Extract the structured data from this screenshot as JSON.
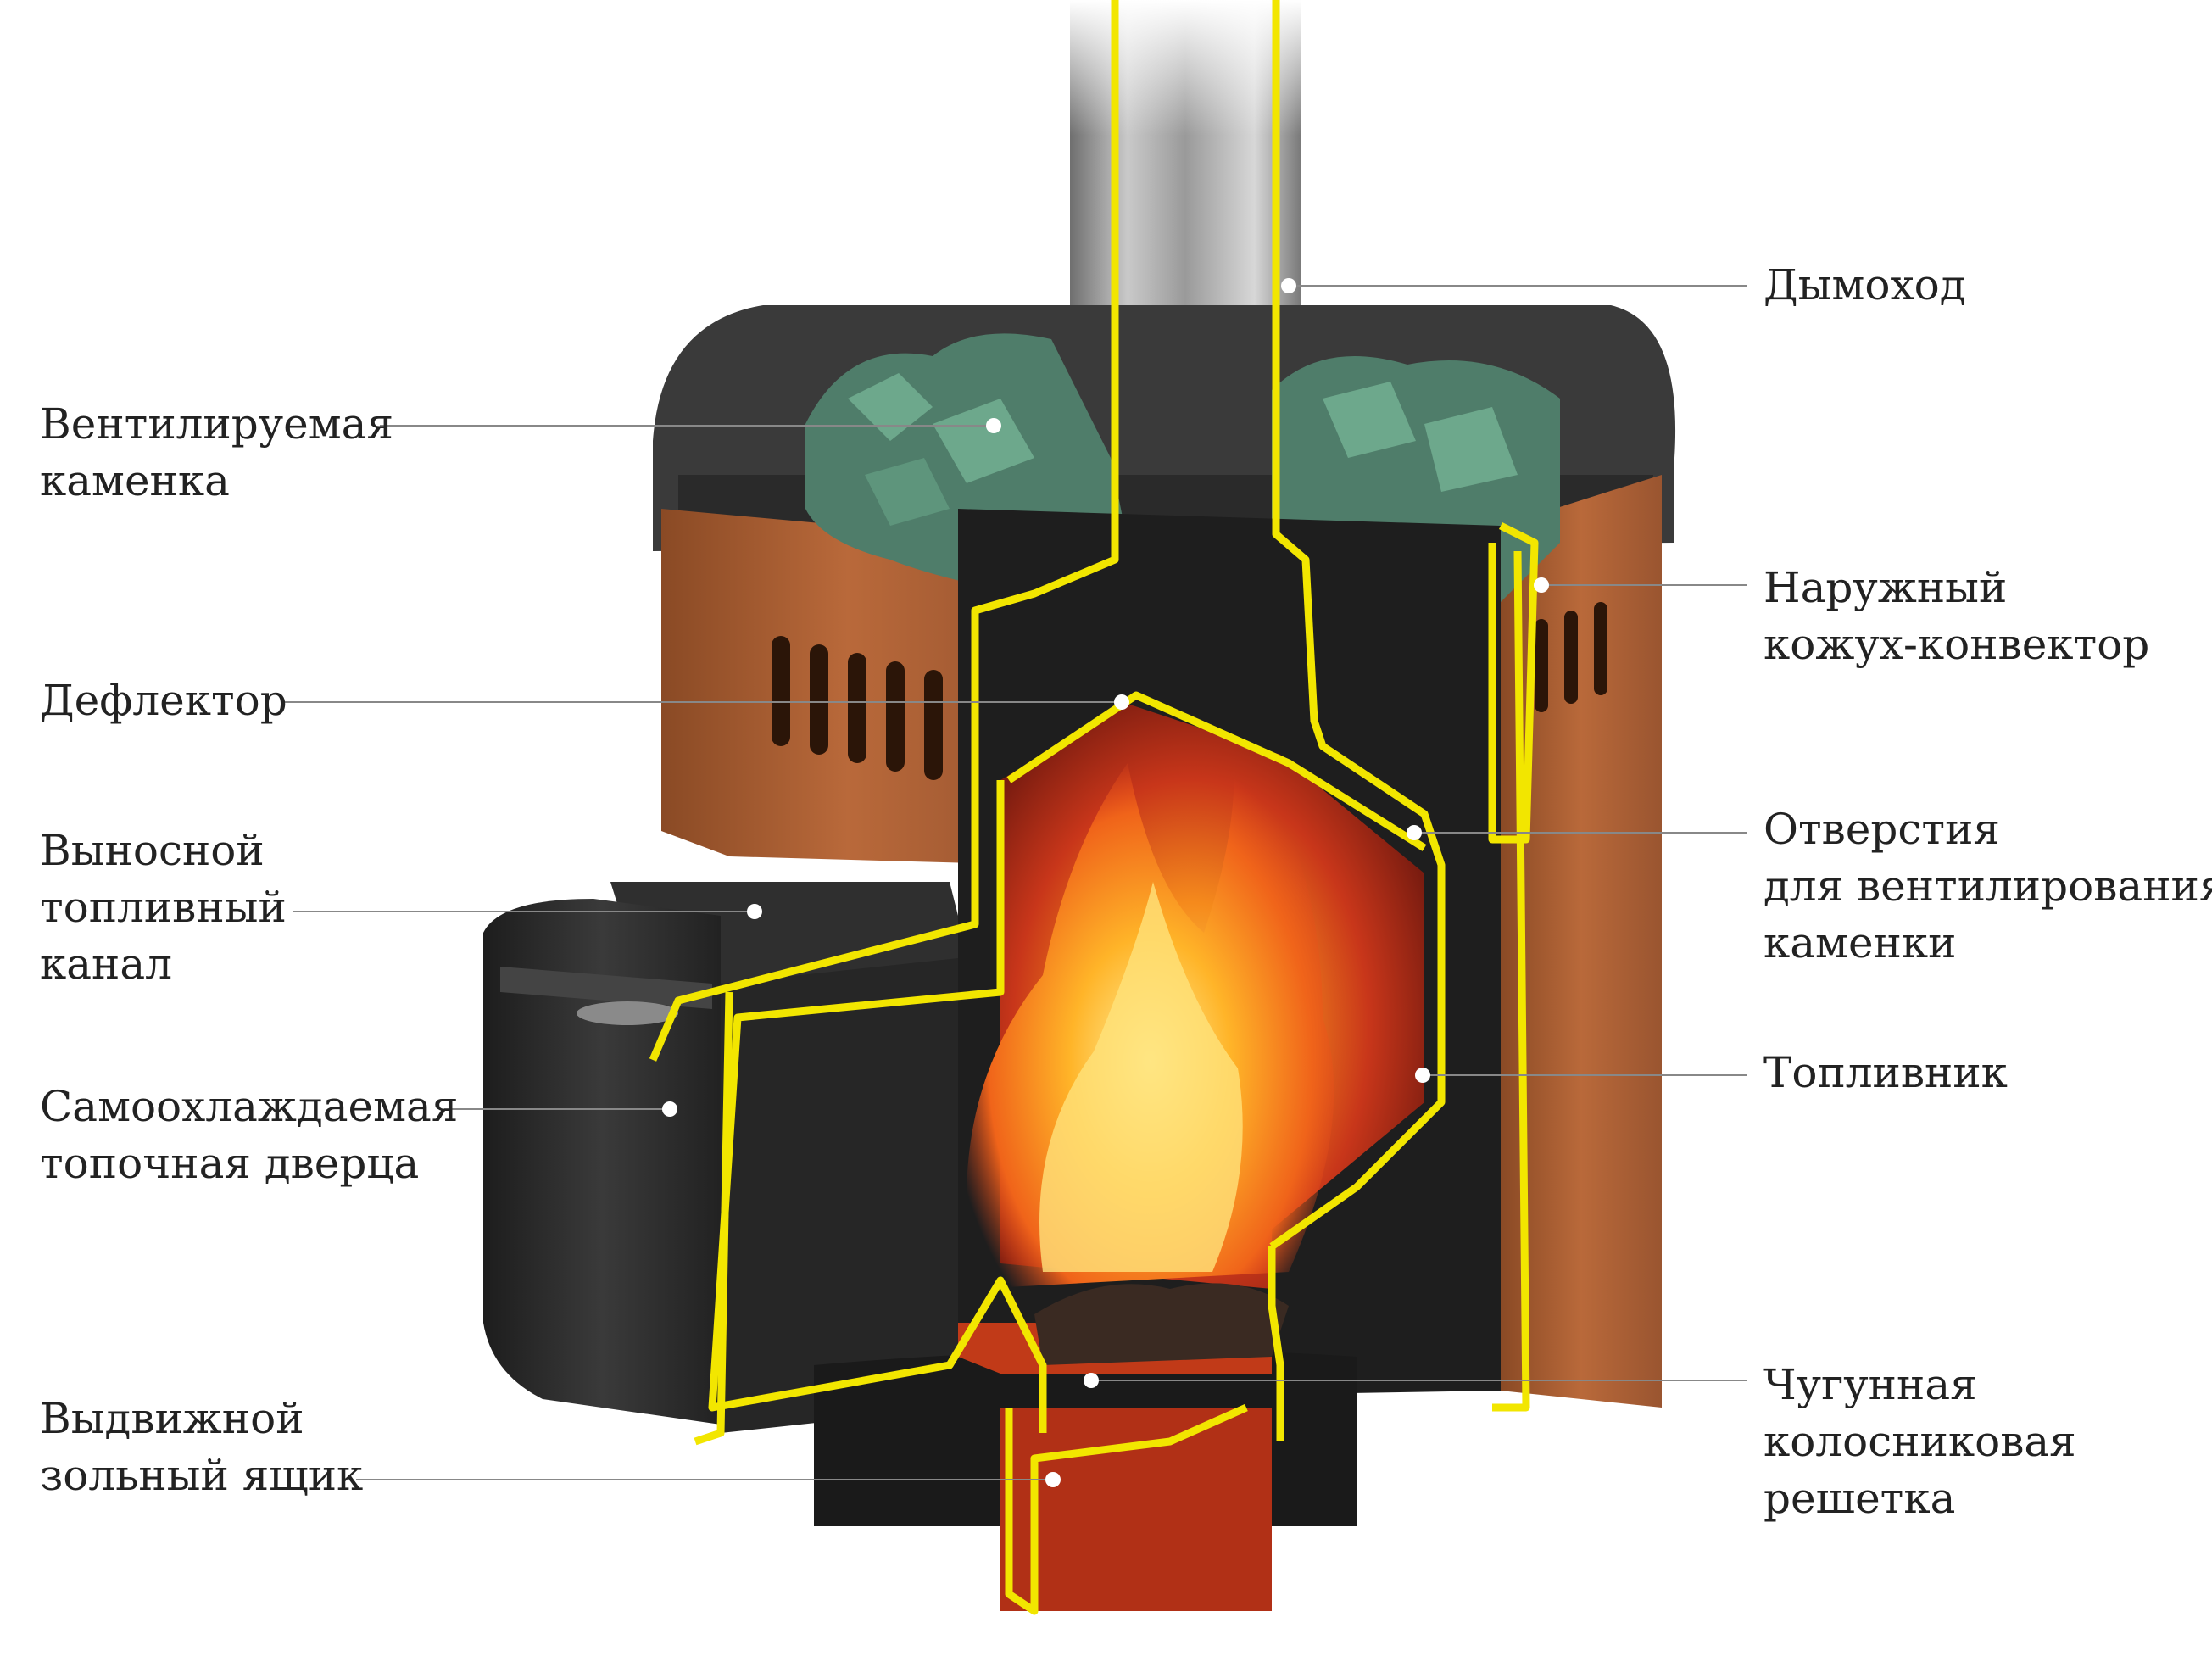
{
  "diagram": {
    "callouts": [
      {
        "id": "chimney",
        "lines": [
          "Дымоход"
        ]
      },
      {
        "id": "ventilated-stone-box",
        "lines": [
          "Вентилируемая",
          "каменка"
        ]
      },
      {
        "id": "outer-casing-convector",
        "lines": [
          "Наружный",
          "кожух-конвектор"
        ]
      },
      {
        "id": "deflector",
        "lines": [
          "Дефлектор"
        ]
      },
      {
        "id": "vent-holes",
        "lines": [
          "Отверстия",
          "для вентилирования",
          "каменки"
        ]
      },
      {
        "id": "fuel-channel",
        "lines": [
          "Выносной",
          "топливный",
          "канал"
        ]
      },
      {
        "id": "firebox",
        "lines": [
          "Топливник"
        ]
      },
      {
        "id": "firebox-door",
        "lines": [
          "Самоохлаждаемая",
          "топочная дверца"
        ]
      },
      {
        "id": "cast-iron-grate",
        "lines": [
          "Чугунная",
          "колосниковая",
          "решетка"
        ]
      },
      {
        "id": "ash-drawer",
        "lines": [
          "Выдвижной",
          "зольный ящик"
        ]
      }
    ]
  }
}
